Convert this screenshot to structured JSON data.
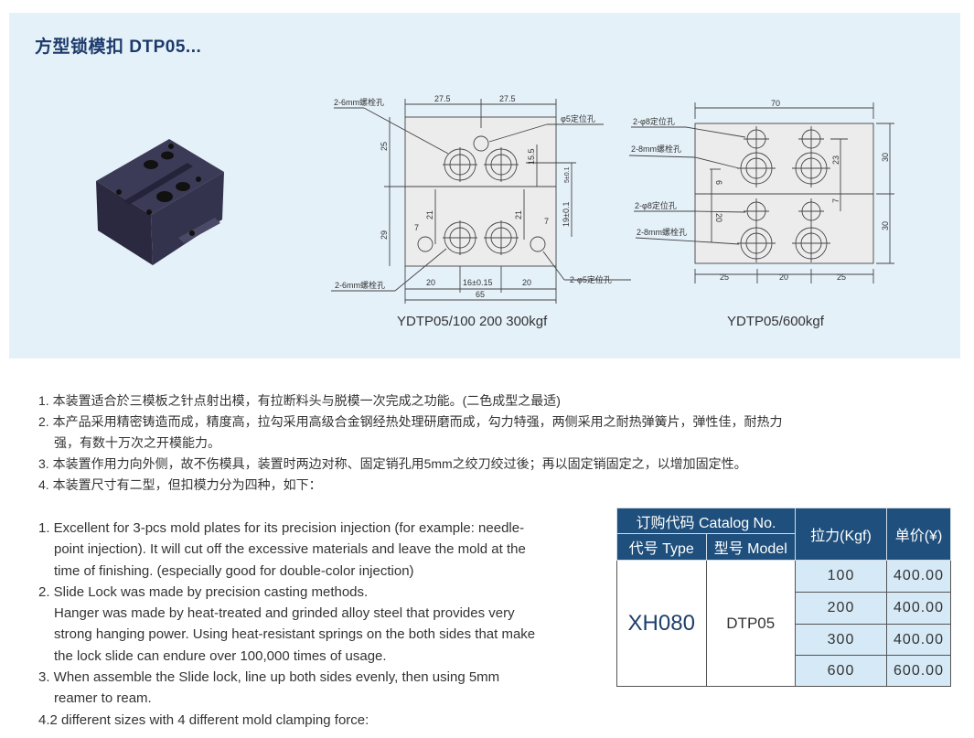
{
  "title": "方型锁模扣 DTP05...",
  "drawing_left": {
    "caption": "YDTP05/100 200 300kgf",
    "labels": {
      "bolt_top": "2-6mm螺栓孔",
      "pin_top": "φ5定位孔",
      "bolt_bottom": "2-6mm螺栓孔",
      "pin_bottom": "2-φ5定位孔"
    },
    "dims": {
      "top_left": "27.5",
      "top_right": "27.5",
      "left_top": "25",
      "left_bottom": "29",
      "d15_5": "15.5",
      "d5": "5±0.1",
      "d19": "19±0.1",
      "d21a": "21",
      "d21b": "21",
      "d7a": "7",
      "d7b": "7",
      "b20a": "20",
      "b16": "16±0.15",
      "b20b": "20",
      "total": "65"
    }
  },
  "drawing_right": {
    "caption": "YDTP05/600kgf",
    "labels": {
      "pin_top": "2-φ8定位孔",
      "bolt_top": "2-8mm螺栓孔",
      "pin_bottom": "2-φ8定位孔",
      "bolt_bottom": "2-8mm螺栓孔"
    },
    "dims": {
      "top": "70",
      "right_top": "30",
      "right_bottom": "30",
      "d23": "23",
      "d6": "6",
      "d7": "7",
      "d20": "20",
      "b25a": "25",
      "b20": "20",
      "b25b": "25"
    }
  },
  "notes_cn": [
    "1. 本装置适合於三模板之针点射出模，有拉断料头与脱模一次完成之功能。(二色成型之最适)",
    "2. 本产品采用精密铸造而成，精度高，拉勾采用高级合金钢经热处理研磨而成，勾力特强，两侧采用之耐热弹簧片，弹性佳，耐热力",
    "强，有数十万次之开模能力。",
    "3. 本装置作用力向外侧，故不伤模具，装置时两边对称、固定销孔用5mm之绞刀绞过後；再以固定销固定之，以增加固定性。",
    "4. 本装置尺寸有二型，但扣模力分为四种，如下："
  ],
  "notes_en": [
    "1. Excellent for 3-pcs mold plates for its precision injection (for example: needle-",
    "point injection). It will cut off the excessive  materials and leave the mold at the",
    "time of finishing. (especially good for double-color injection)",
    "2. Slide Lock was made by precision casting methods.",
    "Hanger was made by heat-treated and grinded alloy steel that provides very",
    "strong hanging power. Using heat-resistant springs  on the both sides that make",
    "the lock slide can endure over 100,000 times of usage.",
    "3. When assemble the Slide lock, line up both sides evenly, then using 5mm",
    "reamer to ream.",
    "4.2 different sizes with 4 different mold clamping force:"
  ],
  "table": {
    "header_catalog": "订购代码 Catalog No.",
    "header_type": "代号 Type",
    "header_model": "型号 Model",
    "header_force": "拉力(Kgf)",
    "header_price": "单价(¥)",
    "type": "XH080",
    "model": "DTP05",
    "rows": [
      {
        "force": "100",
        "price": "400.00"
      },
      {
        "force": "200",
        "price": "400.00"
      },
      {
        "force": "300",
        "price": "400.00"
      },
      {
        "force": "600",
        "price": "600.00"
      }
    ]
  },
  "colors": {
    "panel": "#e5f1f9",
    "header": "#1f4f7c",
    "title": "#1c3b6b",
    "cell": "#d5e9f6"
  }
}
